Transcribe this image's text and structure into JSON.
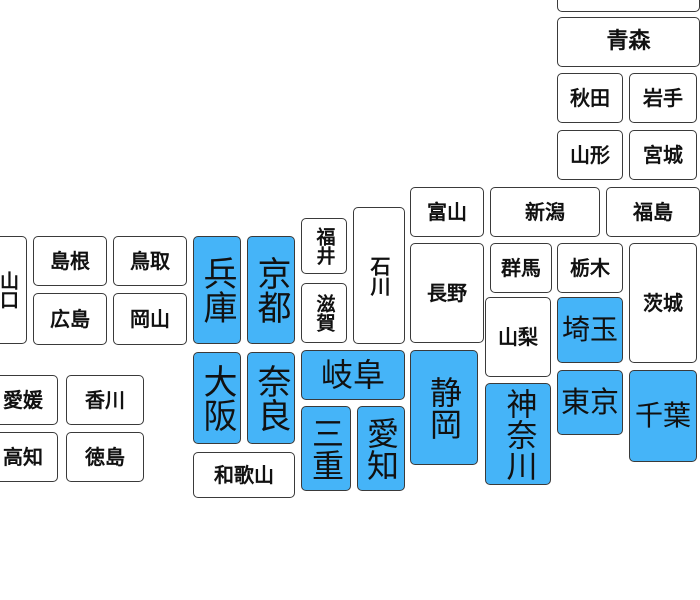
{
  "colors": {
    "selected": "#45b4f8",
    "default": "#ffffff",
    "border": "#3a3a3a"
  },
  "prefectures": [
    {
      "id": "top-partial",
      "name": "",
      "selected": false
    },
    {
      "id": "aomori",
      "name": "青森",
      "selected": false
    },
    {
      "id": "akita",
      "name": "秋田",
      "selected": false
    },
    {
      "id": "iwate",
      "name": "岩手",
      "selected": false
    },
    {
      "id": "yamagata",
      "name": "山形",
      "selected": false
    },
    {
      "id": "miyagi",
      "name": "宮城",
      "selected": false
    },
    {
      "id": "toyama",
      "name": "富山",
      "selected": false
    },
    {
      "id": "niigata",
      "name": "新潟",
      "selected": false
    },
    {
      "id": "fukushima",
      "name": "福島",
      "selected": false
    },
    {
      "id": "yamaguchi",
      "name": "山口",
      "selected": false
    },
    {
      "id": "shimane",
      "name": "島根",
      "selected": false
    },
    {
      "id": "tottori",
      "name": "鳥取",
      "selected": false
    },
    {
      "id": "hyogo",
      "name": "兵庫",
      "selected": true
    },
    {
      "id": "kyoto",
      "name": "京都",
      "selected": true
    },
    {
      "id": "fukui",
      "name": "福井",
      "selected": false
    },
    {
      "id": "ishikawa",
      "name": "石川",
      "selected": false
    },
    {
      "id": "nagano",
      "name": "長野",
      "selected": false
    },
    {
      "id": "gunma",
      "name": "群馬",
      "selected": false
    },
    {
      "id": "tochigi",
      "name": "栃木",
      "selected": false
    },
    {
      "id": "ibaraki",
      "name": "茨城",
      "selected": false
    },
    {
      "id": "hiroshima",
      "name": "広島",
      "selected": false
    },
    {
      "id": "okayama",
      "name": "岡山",
      "selected": false
    },
    {
      "id": "shiga",
      "name": "滋賀",
      "selected": false
    },
    {
      "id": "yamanashi",
      "name": "山梨",
      "selected": false
    },
    {
      "id": "saitama",
      "name": "埼玉",
      "selected": true
    },
    {
      "id": "osaka",
      "name": "大阪",
      "selected": true
    },
    {
      "id": "nara",
      "name": "奈良",
      "selected": true
    },
    {
      "id": "gifu",
      "name": "岐阜",
      "selected": true
    },
    {
      "id": "shizuoka",
      "name": "静岡",
      "selected": true
    },
    {
      "id": "kanagawa",
      "name": "神奈川",
      "selected": true
    },
    {
      "id": "tokyo",
      "name": "東京",
      "selected": true
    },
    {
      "id": "chiba",
      "name": "千葉",
      "selected": true
    },
    {
      "id": "ehime",
      "name": "愛媛",
      "selected": false
    },
    {
      "id": "kagawa",
      "name": "香川",
      "selected": false
    },
    {
      "id": "mie",
      "name": "三重",
      "selected": true
    },
    {
      "id": "aichi",
      "name": "愛知",
      "selected": true
    },
    {
      "id": "kochi",
      "name": "高知",
      "selected": false
    },
    {
      "id": "tokushima",
      "name": "徳島",
      "selected": false
    },
    {
      "id": "wakayama",
      "name": "和歌山",
      "selected": false
    }
  ]
}
